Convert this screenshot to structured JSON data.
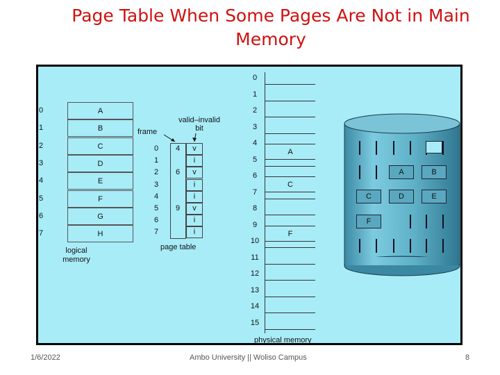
{
  "title": "Page Table When Some Pages Are Not in Main Memory",
  "logical_memory": {
    "label": "logical\nmemory",
    "pages": [
      {
        "index": "0",
        "content": "A"
      },
      {
        "index": "1",
        "content": "B"
      },
      {
        "index": "2",
        "content": "C"
      },
      {
        "index": "3",
        "content": "D"
      },
      {
        "index": "4",
        "content": "E"
      },
      {
        "index": "5",
        "content": "F"
      },
      {
        "index": "6",
        "content": "G"
      },
      {
        "index": "7",
        "content": "H"
      }
    ]
  },
  "page_table": {
    "label": "page table",
    "frame_label": "frame",
    "valid_invalid_label": "valid–invalid\nbit",
    "rows": [
      {
        "index": "0",
        "frame": "4",
        "bit": "v"
      },
      {
        "index": "1",
        "frame": "",
        "bit": "i"
      },
      {
        "index": "2",
        "frame": "6",
        "bit": "v"
      },
      {
        "index": "3",
        "frame": "",
        "bit": "i"
      },
      {
        "index": "4",
        "frame": "",
        "bit": "i"
      },
      {
        "index": "5",
        "frame": "9",
        "bit": "v"
      },
      {
        "index": "6",
        "frame": "",
        "bit": "i"
      },
      {
        "index": "7",
        "frame": "",
        "bit": "i"
      }
    ]
  },
  "physical_memory": {
    "label": "physical memory",
    "frames": [
      {
        "index": "0",
        "content": ""
      },
      {
        "index": "1",
        "content": ""
      },
      {
        "index": "2",
        "content": ""
      },
      {
        "index": "3",
        "content": ""
      },
      {
        "index": "4",
        "content": "A"
      },
      {
        "index": "5",
        "content": ""
      },
      {
        "index": "6",
        "content": "C"
      },
      {
        "index": "7",
        "content": ""
      },
      {
        "index": "8",
        "content": ""
      },
      {
        "index": "9",
        "content": "F"
      },
      {
        "index": "10",
        "content": ""
      },
      {
        "index": "11",
        "content": ""
      },
      {
        "index": "12",
        "content": ""
      },
      {
        "index": "13",
        "content": ""
      },
      {
        "index": "14",
        "content": ""
      },
      {
        "index": "15",
        "content": ""
      }
    ]
  },
  "disk": {
    "slots": [
      {
        "content": "A"
      },
      {
        "content": "B"
      },
      {
        "content": "C"
      },
      {
        "content": "D"
      },
      {
        "content": "E"
      },
      {
        "content": "F"
      }
    ]
  },
  "footer": {
    "date": "1/6/2022",
    "center": "Ambo University || Woliso Campus",
    "page": "8"
  }
}
